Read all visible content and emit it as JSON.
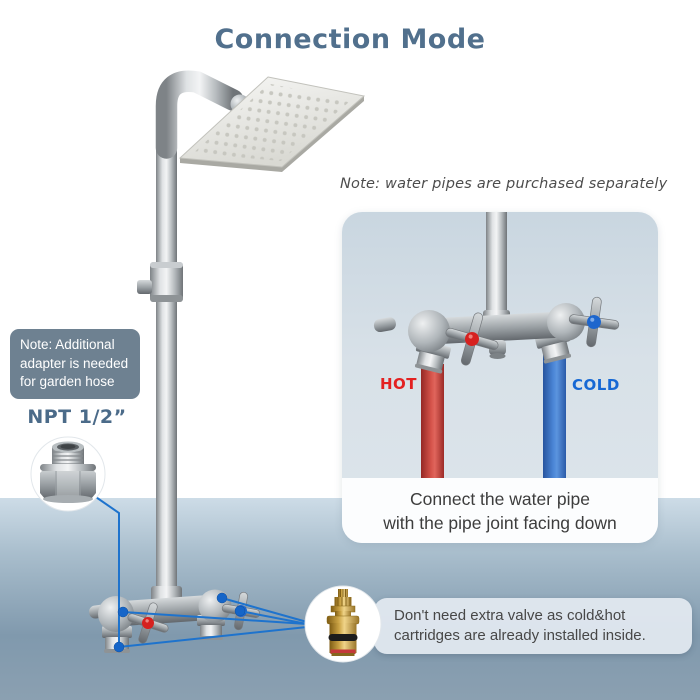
{
  "title": "Connection Mode",
  "top_note": "Note: water pipes are purchased separately",
  "left_note": {
    "lines": [
      "Note: Additional",
      "adapter is needed",
      "for garden hose"
    ]
  },
  "npt_label": "NPT 1/2”",
  "panel": {
    "hot_label": "HOT",
    "cold_label": "COLD",
    "caption_lines": [
      "Connect the water pipe",
      "with the pipe joint facing down"
    ]
  },
  "bottom_note": {
    "lines": [
      "Don't need extra valve as cold&hot",
      "cartridges are already installed inside."
    ]
  },
  "colors": {
    "title_text": "#51708d",
    "hot_text": "#e32121",
    "cold_text": "#1668d4",
    "hot_pipe": "#c8423b",
    "cold_pipe": "#3a76c9",
    "note_box_bg": "#6e8191",
    "callout_line": "#1e73cd",
    "connection_dot": "#1565c8",
    "band_top": "#cddce7",
    "band_bottom": "#8ba0b1"
  },
  "illustrations": {
    "shower_column": "shower-column-with-square-rain-head",
    "adapter": "npt-half-inch-adapter-fitting",
    "cartridge": "brass-hot-cold-cartridge",
    "panel_faucet": "two-handle-valve-with-hot-cold-pipes"
  }
}
